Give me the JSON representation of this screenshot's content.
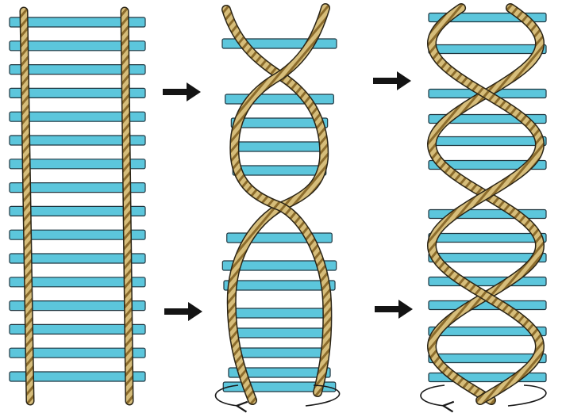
{
  "diagram": {
    "panels": [
      {
        "name": "ladder",
        "rungs": 16
      },
      {
        "name": "twisting",
        "rungs": 13
      },
      {
        "name": "double-helix",
        "rungs": 14
      }
    ],
    "arrows": [
      {
        "name": "arrow-ladder-to-twist-upper"
      },
      {
        "name": "arrow-ladder-to-twist-lower"
      },
      {
        "name": "arrow-twist-to-helix-upper"
      },
      {
        "name": "arrow-twist-to-helix-lower"
      }
    ],
    "colors": {
      "rung": "#5cc6dc",
      "rung_outline": "#1f3640",
      "rope": "#d6bd7a",
      "rope_dark": "#7a5e26",
      "rope_outline": "#2a2416",
      "arrow": "#141414",
      "background": "#ffffff"
    },
    "icons": [
      "rotation-arrow-icon"
    ]
  }
}
